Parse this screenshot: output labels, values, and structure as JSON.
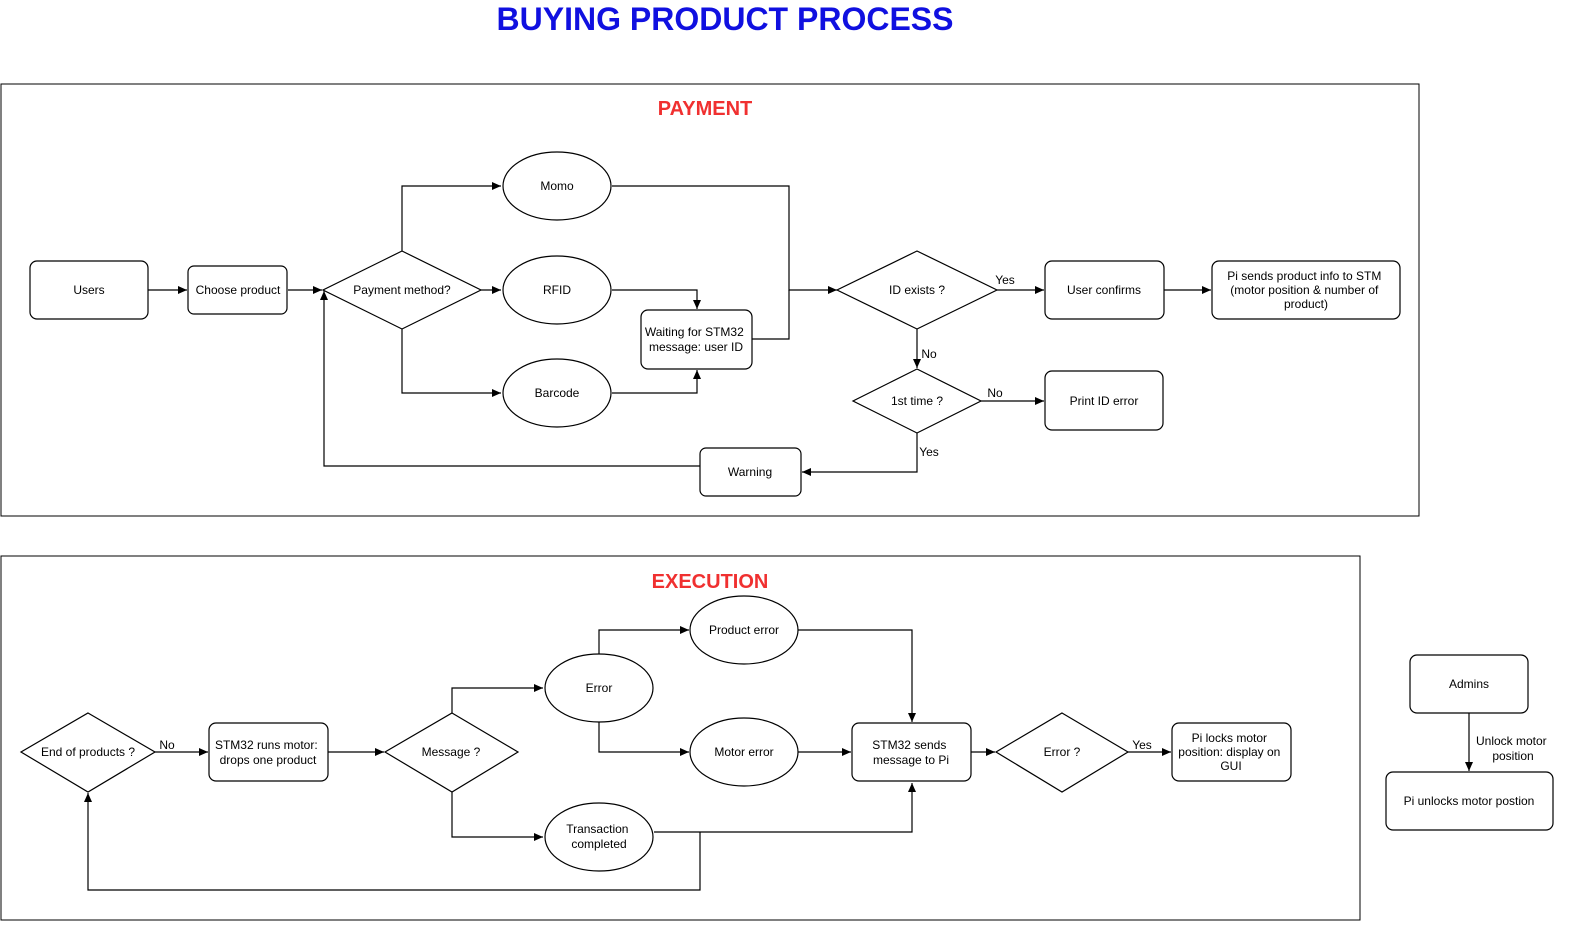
{
  "title": "BUYING PRODUCT PROCESS",
  "colors": {
    "title": "#1010e0",
    "section": "#f03030",
    "stroke": "#000000",
    "fill": "#ffffff"
  },
  "sections": {
    "payment": "PAYMENT",
    "execution": "EXECUTION"
  },
  "nodes": {
    "users": "Users",
    "choose_product": "Choose product",
    "payment_method": "Payment method?",
    "momo": "Momo",
    "rfid": "RFID",
    "barcode": "Barcode",
    "waiting_stm32": [
      "Waiting for STM32",
      "message: user ID"
    ],
    "id_exists": "ID exists ?",
    "user_confirms": "User confirms",
    "pi_sends_info": [
      "Pi sends product info to STM",
      "(motor position & number of",
      "product)"
    ],
    "first_time": "1st time ?",
    "print_id_error": "Print ID error",
    "warning": "Warning",
    "end_of_products": "End of products ?",
    "stm32_runs_motor": [
      "STM32 runs motor:",
      "drops one product"
    ],
    "message_check": "Message ?",
    "error": "Error",
    "product_error": "Product error",
    "motor_error": "Motor error",
    "transaction_completed": [
      "Transaction",
      "completed"
    ],
    "stm32_sends_message": [
      "STM32 sends",
      "message to Pi"
    ],
    "error_check": "Error ?",
    "pi_locks_motor": [
      "Pi locks motor",
      "position: display on",
      "GUI"
    ],
    "admins": "Admins",
    "pi_unlocks_motor": "Pi unlocks motor postion"
  },
  "edge_labels": {
    "id_exists_yes": "Yes",
    "id_exists_no": "No",
    "first_time_no": "No",
    "first_time_yes": "Yes",
    "end_products_no": "No",
    "error_yes": "Yes",
    "unlock_motor_position": [
      "Unlock motor",
      "position"
    ]
  }
}
